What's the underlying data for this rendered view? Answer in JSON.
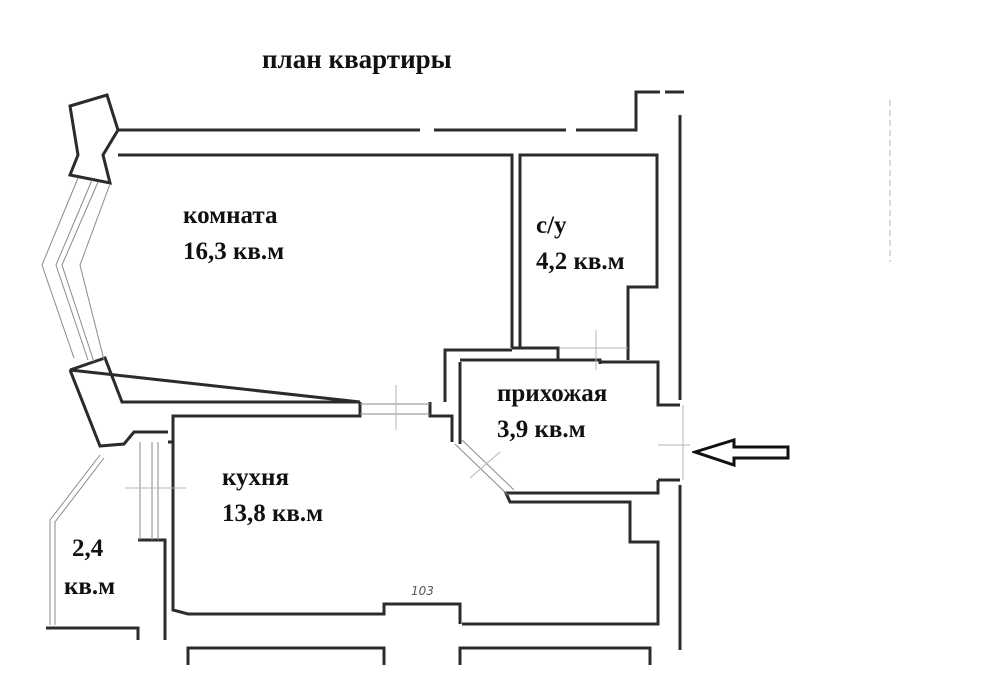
{
  "title": "план квартиры",
  "rooms": [
    {
      "id": "room",
      "name": "комната",
      "area": "16,3 кв.м"
    },
    {
      "id": "bathroom",
      "name": "с/у",
      "area": "4,2 кв.м"
    },
    {
      "id": "hallway",
      "name": "прихожая",
      "area": "3,9 кв.м"
    },
    {
      "id": "kitchen",
      "name": "кухня",
      "area": "13,8 кв.м"
    },
    {
      "id": "balcony",
      "name": "2,4",
      "area": "кв.м"
    }
  ],
  "dimension_label": "103",
  "entrance_arrow": "arrow-left-icon",
  "colors": {
    "wall": "#2b2b2b",
    "background": "#ffffff",
    "text": "#111111"
  }
}
